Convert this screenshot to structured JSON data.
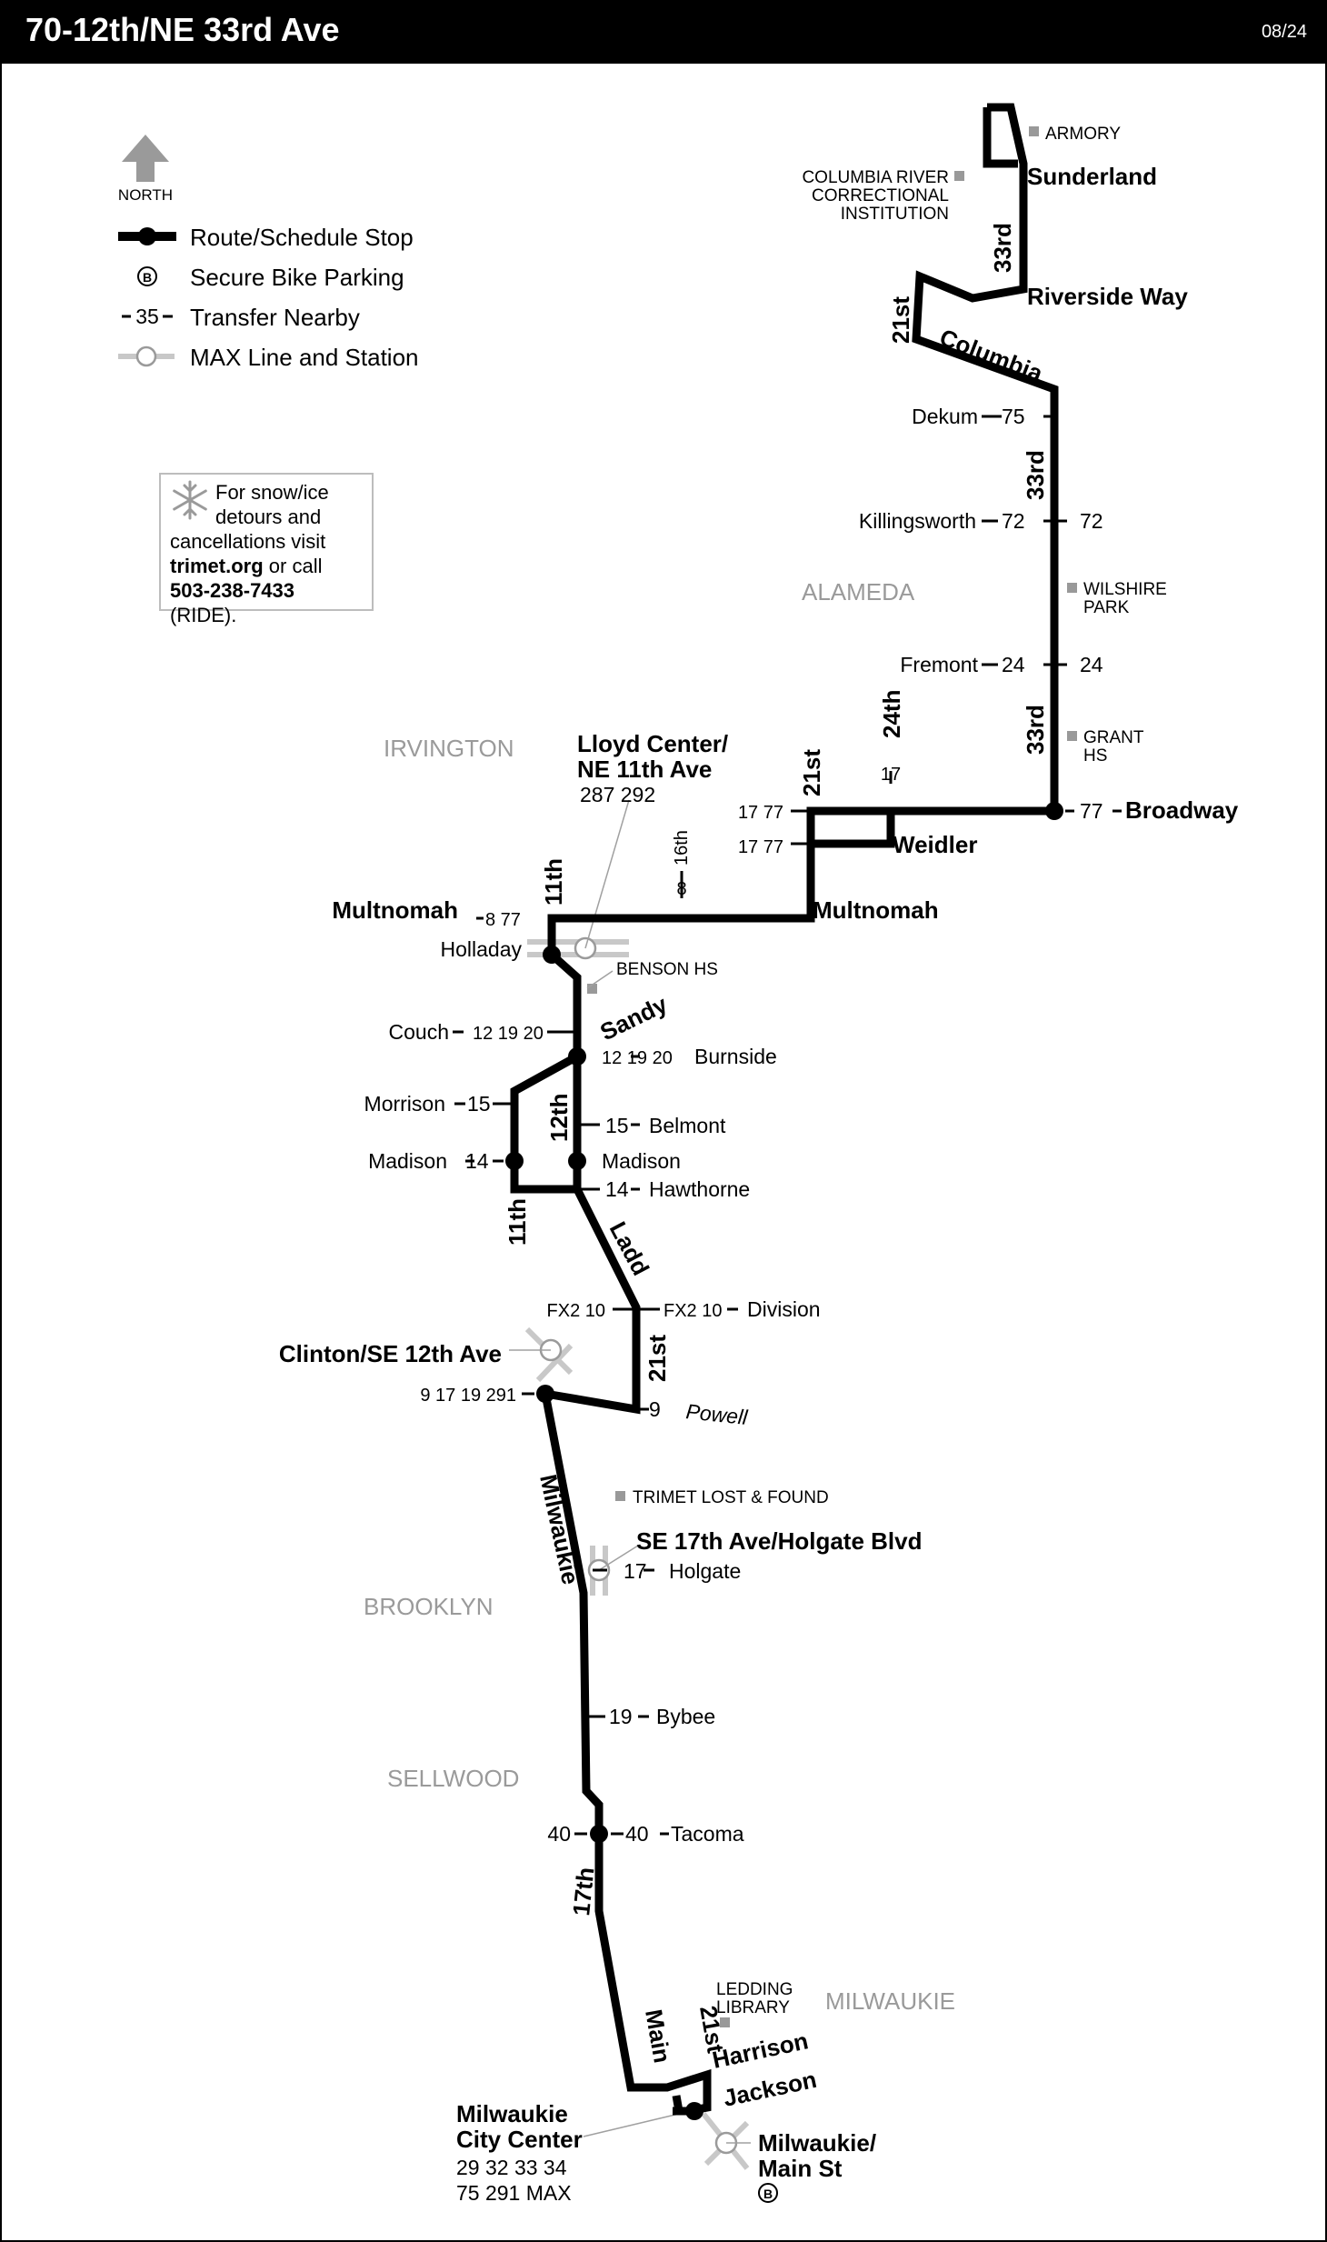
{
  "header": {
    "title": "70-12th/NE 33rd Ave",
    "date": "08/24"
  },
  "legend": {
    "north": "NORTH",
    "stop": "Route/Schedule Stop",
    "bike_symbol": "B",
    "bike": "Secure Bike Parking",
    "transfer_symbol": "35",
    "transfer": "Transfer Nearby",
    "max": "MAX Line and Station"
  },
  "snow_notice": {
    "line1": "For snow/ice",
    "line2": "detours and",
    "line3": "cancellations visit",
    "site": "trimet.org",
    "or_call": " or call",
    "phone": "503-238-7433",
    "ride": " (RIDE)."
  },
  "neighborhoods": [
    "ALAMEDA",
    "IRVINGTON",
    "BROOKLYN",
    "SELLWOOD",
    "MILWAUKIE"
  ],
  "pois": {
    "armory": "ARMORY",
    "columbia_river": "COLUMBIA RIVER",
    "correctional": "CORRECTIONAL",
    "institution": "INSTITUTION",
    "wilshire": "WILSHIRE",
    "park": "PARK",
    "grant": "GRANT",
    "hs": "HS",
    "benson": "BENSON HS",
    "lost_found": "TRIMET LOST & FOUND",
    "ledding": "LEDDING",
    "library": "LIBRARY"
  },
  "streets": {
    "sunderland": "Sunderland",
    "riverside": "Riverside Way",
    "columbia": "Columbia",
    "third33": "33rd",
    "st21": "21st",
    "th24": "24th",
    "broadway": "Broadway",
    "weidler": "Weidler",
    "multnomah": "Multnomah",
    "th16": "16th",
    "th11": "11th",
    "th12": "12th",
    "sandy": "Sandy",
    "burnside": "Burnside",
    "belmont": "Belmont",
    "hawthorne": "Hawthorne",
    "madison": "Madison",
    "morrison": "Morrison",
    "couch": "Couch",
    "holladay": "Holladay",
    "ladd": "Ladd",
    "division": "Division",
    "powell": "Powell",
    "milwaukie": "Milwaukie",
    "holgate": "Holgate",
    "bybee": "Bybee",
    "tacoma": "Tacoma",
    "th17": "17th",
    "main": "Main",
    "harrison": "Harrison",
    "jackson": "Jackson",
    "dekum": "Dekum",
    "killingsworth": "Killingsworth",
    "fremont": "Fremont"
  },
  "transfers": {
    "dekum": "75",
    "kill_l": "72",
    "kill_r": "72",
    "fremont_l": "24",
    "fremont_r": "24",
    "broadway": "77",
    "b24": "17",
    "r1777a": "17 77",
    "r1777b": "17 77",
    "mult_l": "8 77",
    "t16": "8",
    "lloyd_routes": "287 292",
    "couch": "12 19 20",
    "burnside": "12 19 20",
    "belmont": "15",
    "morrison": "15",
    "hawthorne": "14",
    "madison_l": "14",
    "div_l": "FX2 10",
    "div_r": "FX2 10",
    "powell": "9",
    "clinton": "9 17 19 291",
    "holgate": "17",
    "bybee": "19",
    "tacoma_l": "40",
    "tacoma_r": "40"
  },
  "stations": {
    "lloyd1": "Lloyd Center/",
    "lloyd2": "NE 11th Ave",
    "clinton": "Clinton/SE 12th Ave",
    "holgate": "SE 17th Ave/Holgate Blvd",
    "mcc1": "Milwaukie",
    "mcc2": "City Center",
    "mcc_routes1": "29 32 33 34",
    "mcc_routes2": "75 291 MAX",
    "mms1": "Milwaukie/",
    "mms2": "Main St",
    "mms_bike": "B"
  }
}
